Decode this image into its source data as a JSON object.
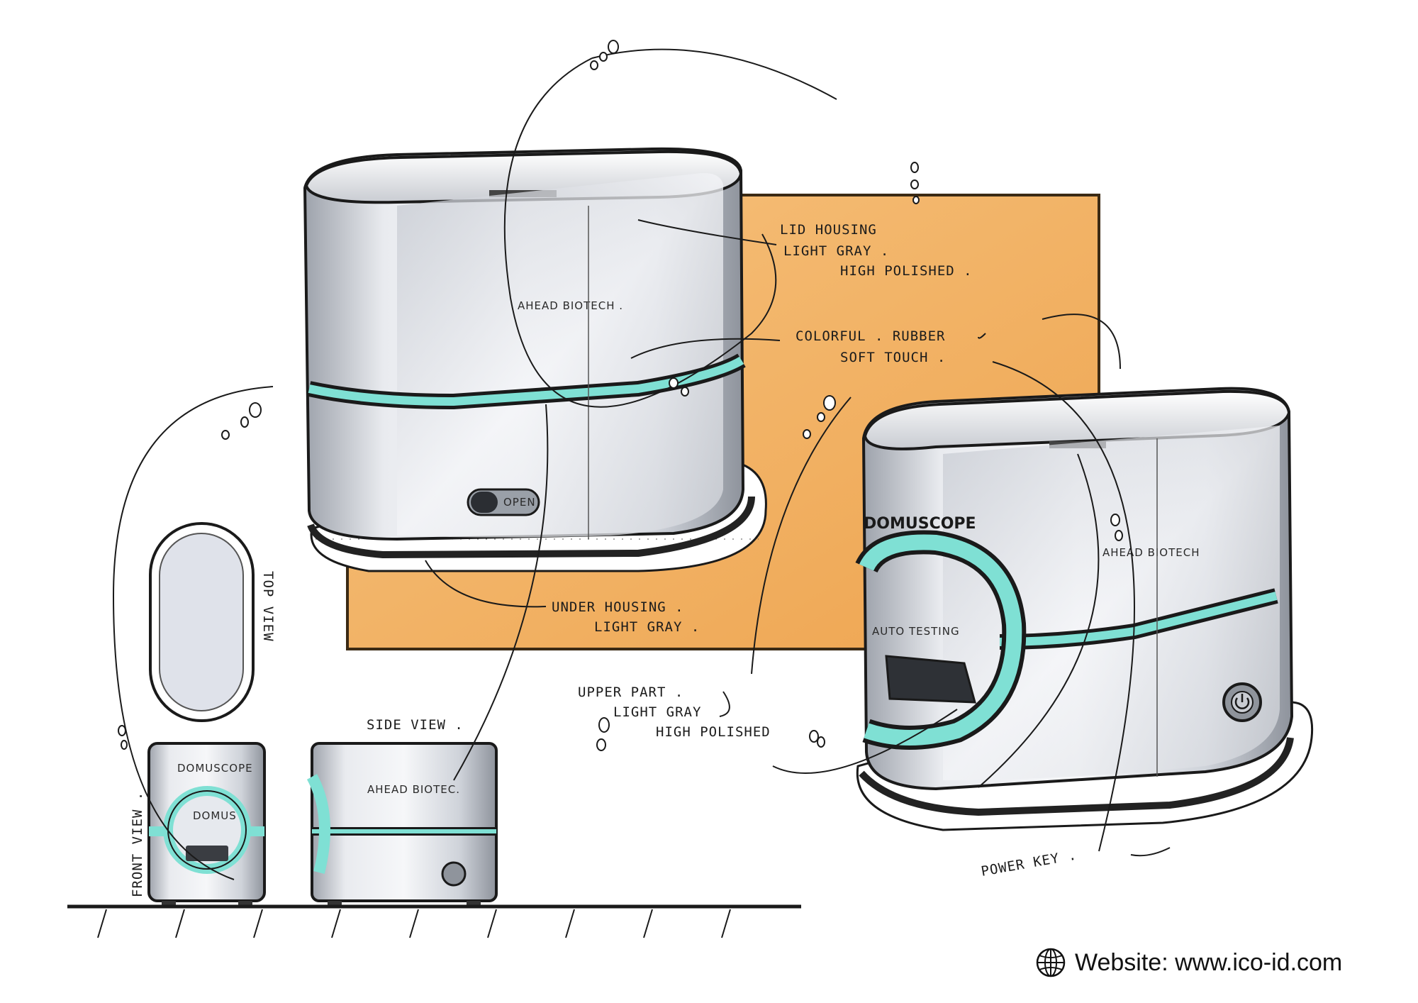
{
  "labels": {
    "lid_housing": "LID HOUSING",
    "light_gray_1": "LIGHT GRAY .",
    "high_polished_1": "HIGH POLISHED .",
    "colorful_rubber": "COLORFUL . RUBBER",
    "soft_touch": "SOFT TOUCH .",
    "under_housing": "UNDER HOUSING .",
    "light_gray_2": "LIGHT GRAY .",
    "upper_part": "UPPER PART .",
    "light_gray_3": "LIGHT GRAY",
    "high_polished_2": "HIGH POLISHED",
    "side_view": "SIDE VIEW .",
    "top_view": "TOP VIEW",
    "front_view": "FRONT VIEW .",
    "power_key": "POWER KEY ."
  },
  "brand": {
    "company_top": "AHEAD BIOTECH .",
    "company_right": "AHEAD BIOTECH",
    "product_right": "DOMUSCOPE",
    "auto_testing": "AUTO TESTING",
    "btn_label": "OPEN",
    "product_front": "DOMUSCOPE",
    "front_small": "DOMUS",
    "company_side": "AHEAD BIOTEC."
  },
  "footer": {
    "text": "Website: www.ico-id.com",
    "icon": "globe-icon"
  },
  "colors": {
    "accent": "#7fe0d4",
    "backdrop": "#f1b264",
    "body": "#d9dce2"
  }
}
